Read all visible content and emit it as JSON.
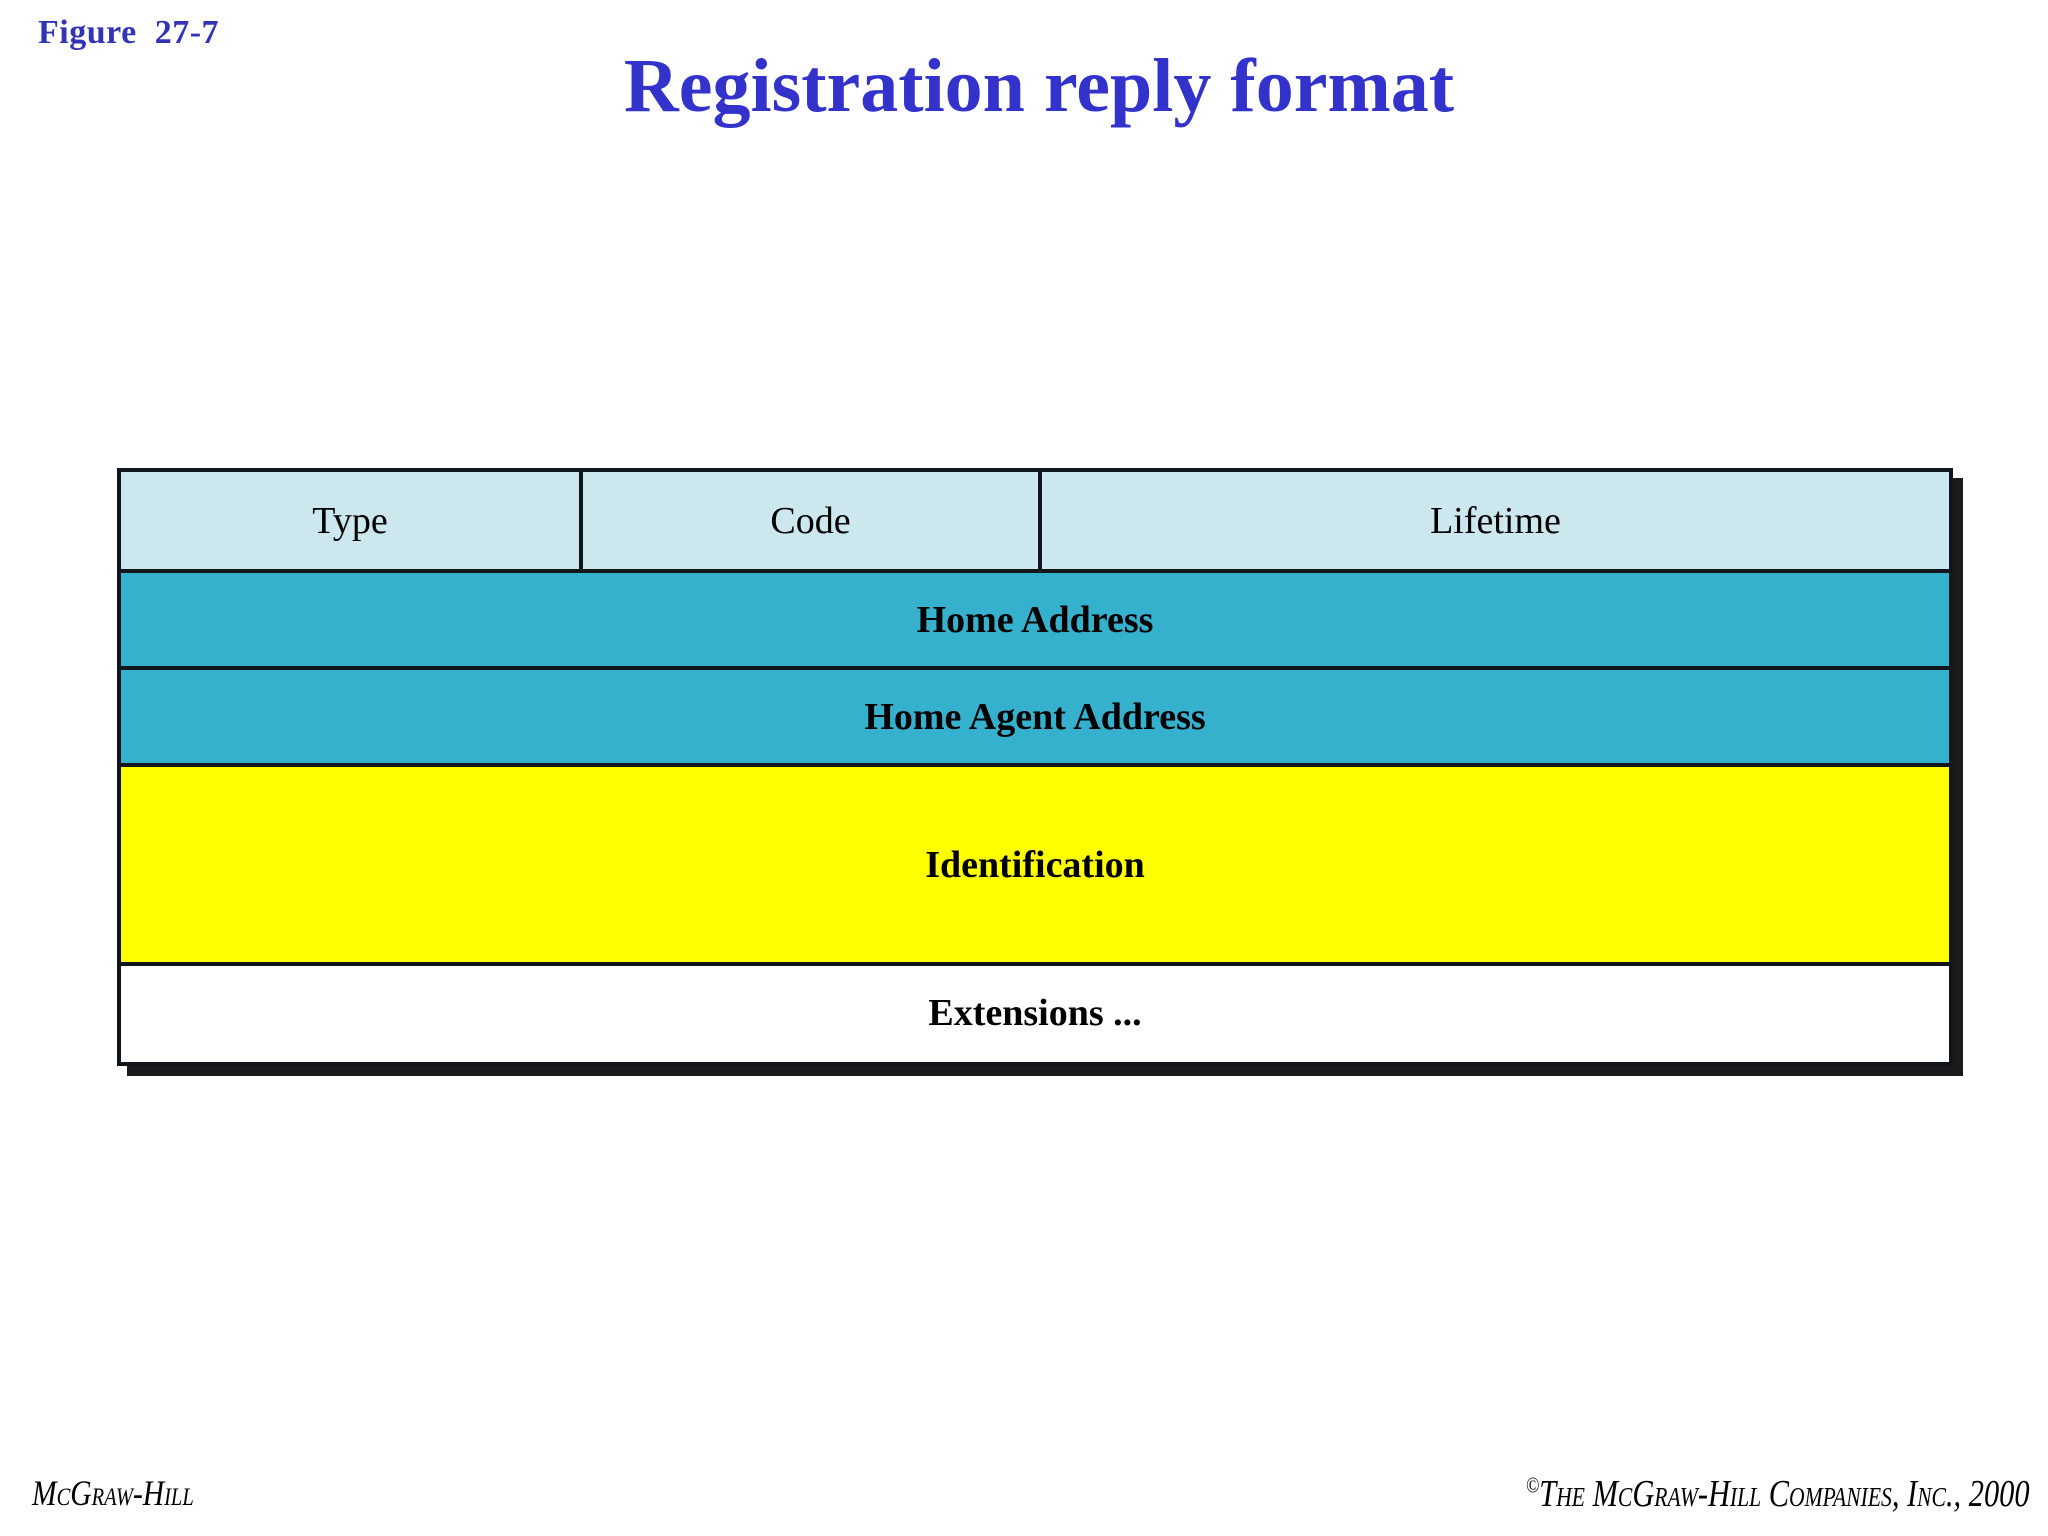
{
  "figure": {
    "label": "Figure  27-7",
    "label_color": "#3333b5"
  },
  "title": {
    "text": "Registration reply format",
    "color": "#3333cc"
  },
  "packet": {
    "colors": {
      "header_fill": "#cce8ee",
      "address_fill": "#35b0cd",
      "identification_fill": "#ffff00",
      "extensions_fill": "#ffffff",
      "border": "#10161c",
      "shadow": "#1a1a1a"
    },
    "rows": [
      {
        "kind": "split",
        "fields": [
          {
            "label": "Type"
          },
          {
            "label": "Code"
          },
          {
            "label": "Lifetime"
          }
        ]
      },
      {
        "kind": "full",
        "label": "Home Address"
      },
      {
        "kind": "full",
        "label": "Home Agent Address"
      },
      {
        "kind": "full",
        "label": "Identification"
      },
      {
        "kind": "full",
        "label": "Extensions ..."
      }
    ]
  },
  "footer": {
    "left": "McGraw-Hill",
    "copyright_mark": "©",
    "right": "The McGraw-Hill Companies, Inc., 2000"
  }
}
